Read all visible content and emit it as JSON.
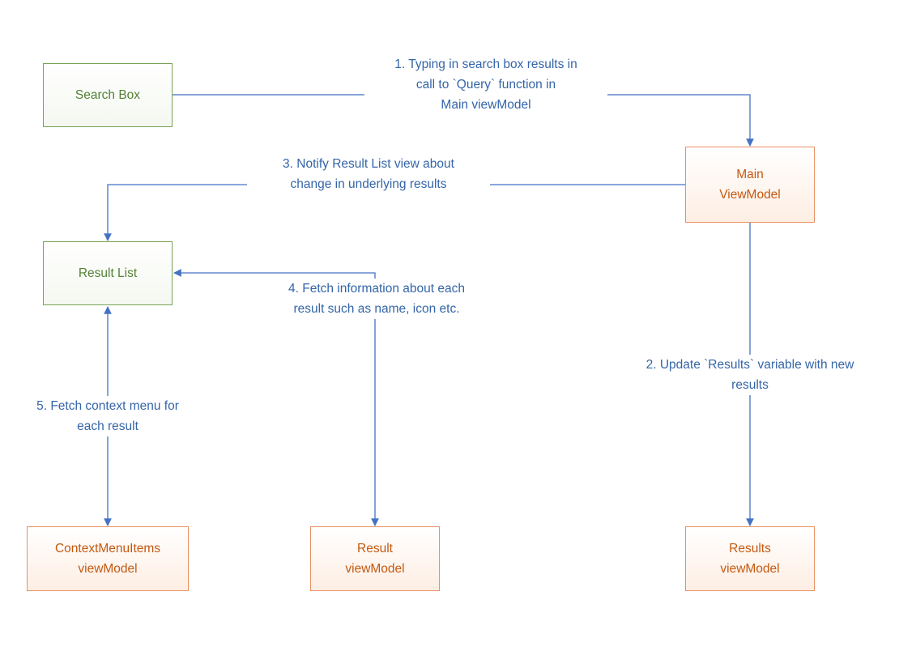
{
  "diagram": {
    "nodes": {
      "search_box": {
        "label": "Search Box"
      },
      "main_viewmodel": {
        "label": "Main\nViewModel"
      },
      "result_list": {
        "label": "Result List"
      },
      "contextmenuitems_viewmodel": {
        "label": "ContextMenuItems\nviewModel"
      },
      "result_viewmodel": {
        "label": "Result\nviewModel"
      },
      "results_viewmodel": {
        "label": "Results\nviewModel"
      }
    },
    "annotations": {
      "step1": "1. Typing in search box results in\ncall to `Query` function in\nMain viewModel",
      "step2": "2. Update `Results` variable with new\nresults",
      "step3": "3. Notify Result List view about\nchange in underlying results",
      "step4": "4. Fetch information about each\nresult such as name, icon etc.",
      "step5": "5. Fetch context menu for\neach result"
    },
    "colors": {
      "green_border": "#77A355",
      "green_text": "#538135",
      "orange_border": "#E89061",
      "orange_text": "#C45911",
      "blue": "#4472C4",
      "blue_text": "#3465A8"
    }
  }
}
